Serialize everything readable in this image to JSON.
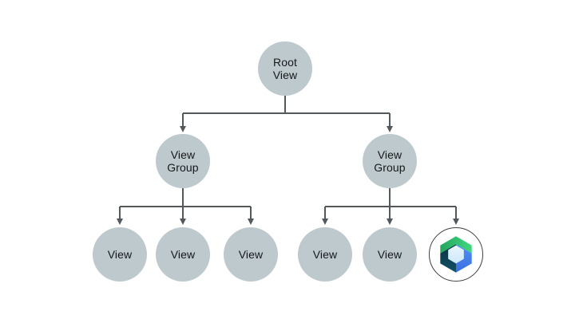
{
  "diagram": {
    "nodes": {
      "root": {
        "label": "Root\nView"
      },
      "group_left": {
        "label": "View\nGroup"
      },
      "group_right": {
        "label": "View\nGroup"
      },
      "view_left_1": {
        "label": "View"
      },
      "view_left_2": {
        "label": "View"
      },
      "view_left_3": {
        "label": "View"
      },
      "view_right_1": {
        "label": "View"
      },
      "view_right_2": {
        "label": "View"
      }
    },
    "icons": {
      "compose_node": "jetpack-compose-logo"
    },
    "colors": {
      "background": "#ffffff",
      "node_fill": "#bec9ce",
      "node_text": "#15181a",
      "connector": "#53585c",
      "compose_ring": "#3a4043",
      "compose_green_start": "#24a55f",
      "compose_green_end": "#41d87f",
      "compose_blue_start": "#4e8df8",
      "compose_blue_end": "#3c70df",
      "compose_navy_start": "#0a3140",
      "compose_navy_end": "#125268",
      "compose_center_start": "#e8f5fe",
      "compose_center_end": "#cee9fb"
    }
  }
}
